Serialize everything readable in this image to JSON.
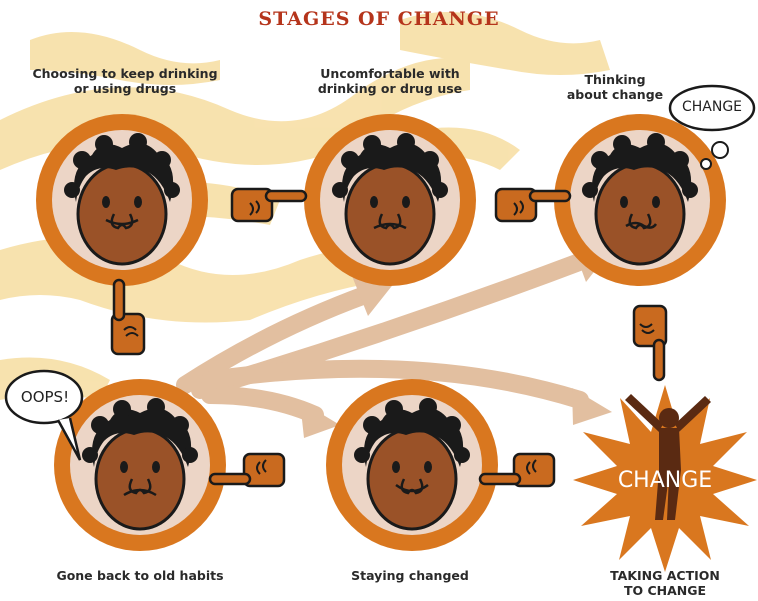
{
  "title": "STAGES OF CHANGE",
  "stages": {
    "keep_drinking": {
      "line1": "Choosing to keep drinking",
      "line2": "or using drugs"
    },
    "uncomfortable": {
      "line1": "Uncomfortable with",
      "line2": "drinking or drug use"
    },
    "thinking": {
      "line1": "Thinking",
      "line2": "about change"
    },
    "relapse": {
      "line1": "Gone back to old habits"
    },
    "maintaining": {
      "line1": "Staying changed"
    },
    "action": {
      "line1": "TAKING ACTION",
      "line2": "TO CHANGE"
    }
  },
  "bubbles": {
    "thought": "CHANGE",
    "speech": "OOPS!",
    "burst": "CHANGE"
  },
  "colors": {
    "title": "#b5341b",
    "ring": "#d9771f",
    "ring_inner": "#ecd5c6",
    "skin": "#9a5228",
    "hand": "#c96a1f",
    "arrow": "#e2bfa0",
    "burst": "#d9771f",
    "background_stripes": "#f7dfa6"
  }
}
